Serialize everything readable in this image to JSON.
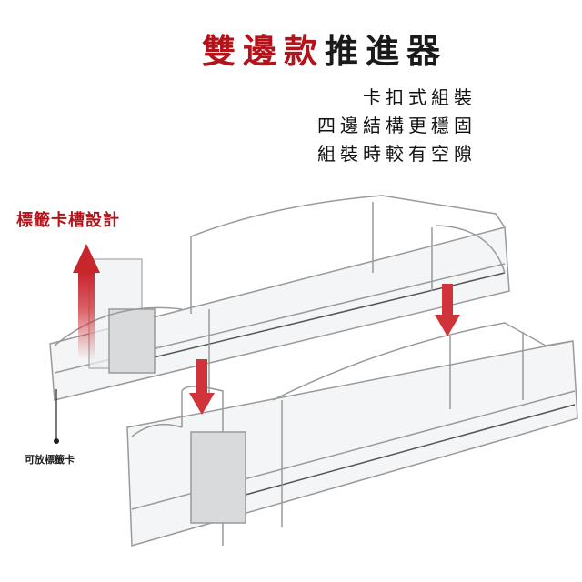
{
  "header": {
    "title_red": "雙邊款",
    "title_black": "推進器"
  },
  "features": [
    "卡扣式組裝",
    "四邊結構更穩固",
    "組裝時較有空隙"
  ],
  "callouts": {
    "label_slot": "標籤卡槽設計",
    "label_card": "可放標籤卡"
  },
  "colors": {
    "accent": "#b3141c",
    "arrow": "#d0343a"
  }
}
